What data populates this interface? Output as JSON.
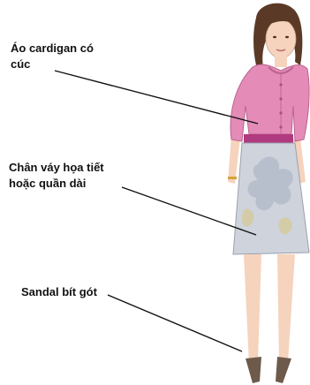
{
  "annotations": {
    "cardigan": "Áo cardigan có\ncúc",
    "skirt": "Chân váy họa tiết\nhoặc quần dài",
    "sandal": "Sandal bít gót"
  },
  "colors": {
    "cardigan": "#e48bb7",
    "belt": "#b03a7f",
    "skirt": "#cfd3dc",
    "skirt_pattern": "#b8bfcc",
    "skin": "#f5d3bd",
    "hair": "#5a3a26",
    "shoe": "#6d5a4a",
    "line": "#111111"
  }
}
